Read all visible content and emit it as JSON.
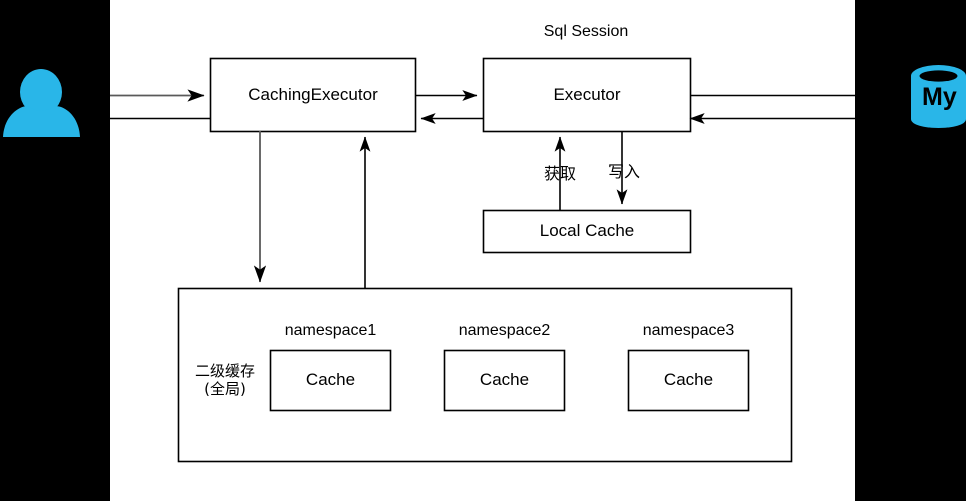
{
  "diagram": {
    "title": "Sql Session",
    "background_color": "#000000",
    "canvas_color": "#ffffff",
    "stroke_color": "#000000",
    "icon_color": "#29b6e8",
    "nodes": {
      "caching_executor": "CachingExecutor",
      "executor": "Executor",
      "local_cache": "Local Cache",
      "second_level_cache_label": "二级缓存\n(全局)",
      "namespace1": "namespace1",
      "namespace2": "namespace2",
      "namespace3": "namespace3",
      "cache1": "Cache",
      "cache2": "Cache",
      "cache3": "Cache"
    },
    "edge_labels": {
      "fetch": "获取",
      "write": "写入"
    },
    "icons": {
      "user": "user-icon",
      "database": "mysql-database-icon",
      "database_text": "My"
    }
  }
}
